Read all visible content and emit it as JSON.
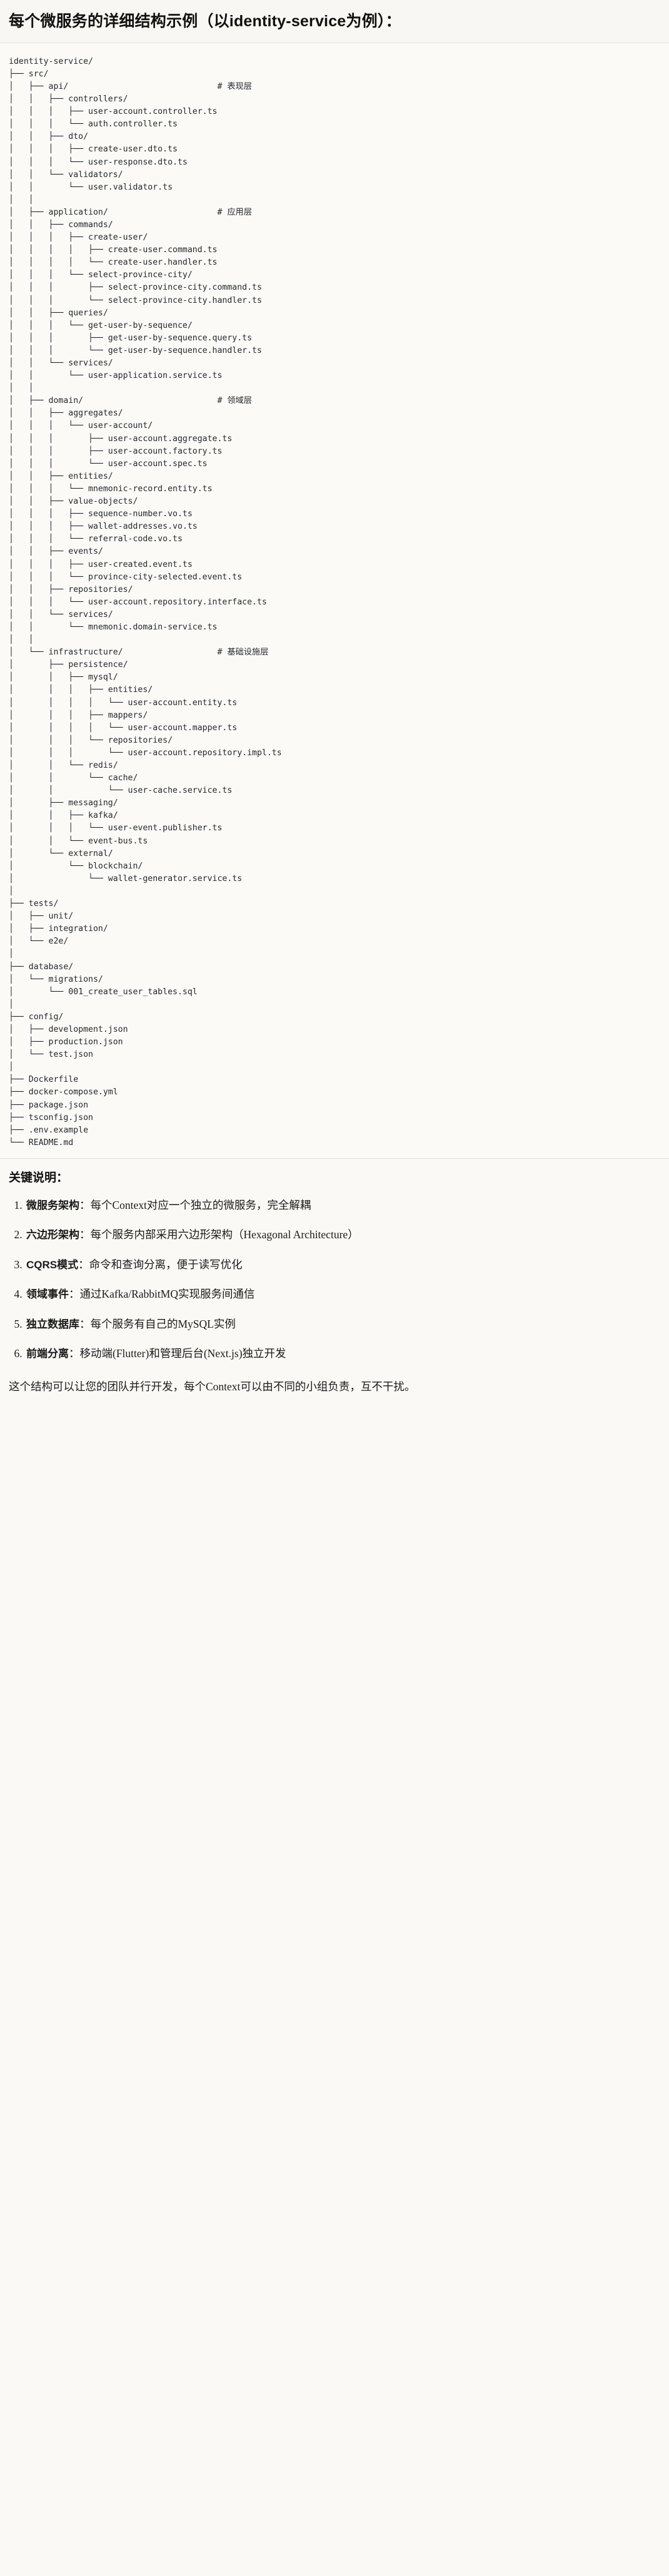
{
  "header": {
    "title": "每个微服务的详细结构示例（以identity-service为例）："
  },
  "tree": {
    "root_label": "identity-service/",
    "comments": {
      "api": "# 表现层",
      "application": "# 应用层",
      "domain": "# 领域层",
      "infrastructure": "# 基础设施层"
    },
    "text": "identity-service/\n├── src/\n│   ├── api/                              # 表现层\n│   │   ├── controllers/\n│   │   │   ├── user-account.controller.ts\n│   │   │   └── auth.controller.ts\n│   │   ├── dto/\n│   │   │   ├── create-user.dto.ts\n│   │   │   └── user-response.dto.ts\n│   │   └── validators/\n│   │       └── user.validator.ts\n│   │\n│   ├── application/                      # 应用层\n│   │   ├── commands/\n│   │   │   ├── create-user/\n│   │   │   │   ├── create-user.command.ts\n│   │   │   │   └── create-user.handler.ts\n│   │   │   └── select-province-city/\n│   │   │       ├── select-province-city.command.ts\n│   │   │       └── select-province-city.handler.ts\n│   │   ├── queries/\n│   │   │   └── get-user-by-sequence/\n│   │   │       ├── get-user-by-sequence.query.ts\n│   │   │       └── get-user-by-sequence.handler.ts\n│   │   └── services/\n│   │       └── user-application.service.ts\n│   │\n│   ├── domain/                           # 领域层\n│   │   ├── aggregates/\n│   │   │   └── user-account/\n│   │   │       ├── user-account.aggregate.ts\n│   │   │       ├── user-account.factory.ts\n│   │   │       └── user-account.spec.ts\n│   │   ├── entities/\n│   │   │   └── mnemonic-record.entity.ts\n│   │   ├── value-objects/\n│   │   │   ├── sequence-number.vo.ts\n│   │   │   ├── wallet-addresses.vo.ts\n│   │   │   └── referral-code.vo.ts\n│   │   ├── events/\n│   │   │   ├── user-created.event.ts\n│   │   │   └── province-city-selected.event.ts\n│   │   ├── repositories/\n│   │   │   └── user-account.repository.interface.ts\n│   │   └── services/\n│   │       └── mnemonic.domain-service.ts\n│   │\n│   └── infrastructure/                   # 基础设施层\n│       ├── persistence/\n│       │   ├── mysql/\n│       │   │   ├── entities/\n│       │   │   │   └── user-account.entity.ts\n│       │   │   ├── mappers/\n│       │   │   │   └── user-account.mapper.ts\n│       │   │   └── repositories/\n│       │   │       └── user-account.repository.impl.ts\n│       │   └── redis/\n│       │       └── cache/\n│       │           └── user-cache.service.ts\n│       ├── messaging/\n│       │   ├── kafka/\n│       │   │   └── user-event.publisher.ts\n│       │   └── event-bus.ts\n│       └── external/\n│           └── blockchain/\n│               └── wallet-generator.service.ts\n│\n├── tests/\n│   ├── unit/\n│   ├── integration/\n│   └── e2e/\n│\n├── database/\n│   └── migrations/\n│       └── 001_create_user_tables.sql\n│\n├── config/\n│   ├── development.json\n│   ├── production.json\n│   └── test.json\n│\n├── Dockerfile\n├── docker-compose.yml\n├── package.json\n├── tsconfig.json\n├── .env.example\n└── README.md"
  },
  "notes": {
    "title": "关键说明：",
    "items": [
      {
        "term": "微服务架构",
        "body": "：每个Context对应一个独立的微服务，完全解耦"
      },
      {
        "term": "六边形架构",
        "body": "：每个服务内部采用六边形架构（Hexagonal Architecture）"
      },
      {
        "term": "CQRS模式",
        "body": "：命令和查询分离，便于读写优化"
      },
      {
        "term": "领域事件",
        "body": "：通过Kafka/RabbitMQ实现服务间通信"
      },
      {
        "term": "独立数据库",
        "body": "：每个服务有自己的MySQL实例"
      },
      {
        "term": "前端分离",
        "body": "：移动端(Flutter)和管理后台(Next.js)独立开发"
      }
    ],
    "closing": "这个结构可以让您的团队并行开发，每个Context可以由不同的小组负责，互不干扰。"
  }
}
